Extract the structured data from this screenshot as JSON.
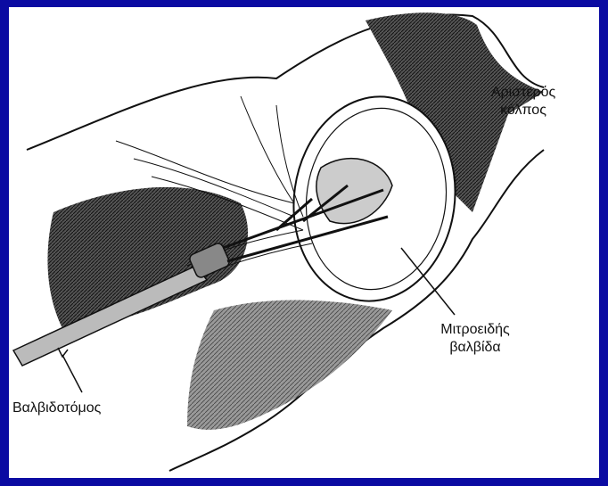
{
  "colors": {
    "border": "#0b0ba2",
    "paper": "#ffffff",
    "ink": "#111111"
  },
  "labels": {
    "left_atrium": "Αριστερός\nκόλπος",
    "mitral_valve": "Μιτροειδής\nβαλβίδα",
    "valvotome": "Βαλβιδοτόμος"
  }
}
